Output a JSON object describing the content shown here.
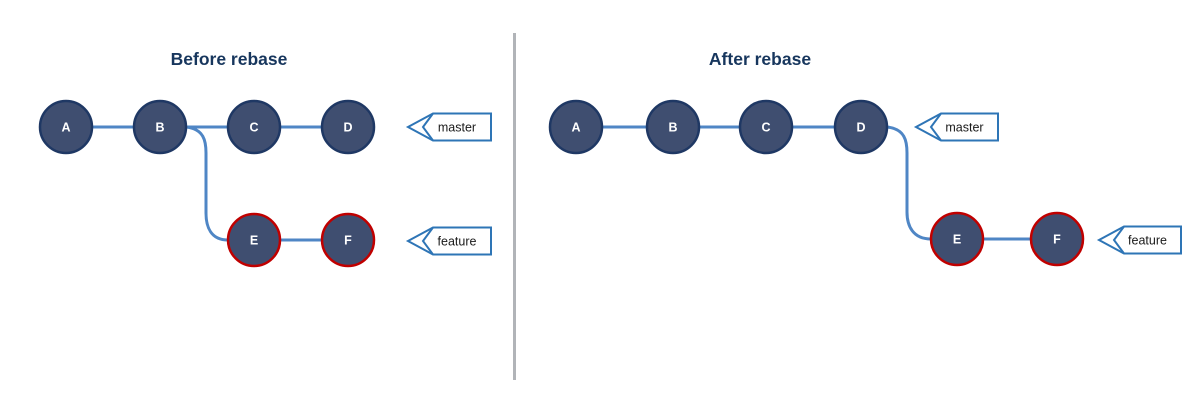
{
  "left_panel": {
    "title": "Before rebase",
    "master_commits": [
      "A",
      "B",
      "C",
      "D"
    ],
    "feature_commits": [
      "E",
      "F"
    ],
    "master_label": "master",
    "feature_label": "feature"
  },
  "right_panel": {
    "title": "After rebase",
    "master_commits": [
      "A",
      "B",
      "C",
      "D"
    ],
    "feature_commits": [
      "E",
      "F"
    ],
    "master_label": "master",
    "feature_label": "feature"
  },
  "colors": {
    "background": "#ffffff",
    "commit_fill": "#3f4e70",
    "commit_border": "#1f3864",
    "feature_commit_border": "#c00000",
    "commit_text": "#ffffff",
    "connector": "#4f86c5",
    "label_border": "#2e75b6",
    "label_text": "#1a1a1a",
    "title_text": "#17365d",
    "divider": "#b1b4b8"
  }
}
